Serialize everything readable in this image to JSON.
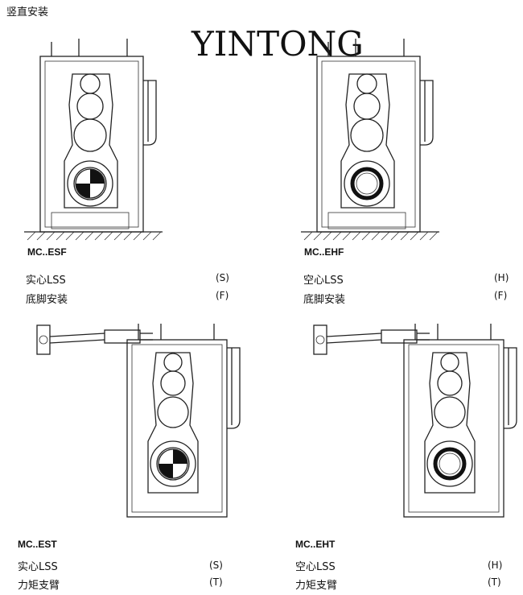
{
  "page_title": "竖直安装",
  "brand": "YINTONG",
  "variants": [
    {
      "code": "MC..ESF",
      "shaft": "实心LSS",
      "shaft_flag": "(S)",
      "mount": "底脚安装",
      "mount_flag": "(F)"
    },
    {
      "code": "MC..EHF",
      "shaft": "空心LSS",
      "shaft_flag": "(H)",
      "mount": "底脚安装",
      "mount_flag": "(F)"
    },
    {
      "code": "MC..EST",
      "shaft": "实心LSS",
      "shaft_flag": "(S)",
      "mount": "力矩支臂",
      "mount_flag": "(T)"
    },
    {
      "code": "MC..EHT",
      "shaft": "空心LSS",
      "shaft_flag": "(H)",
      "mount": "力矩支臂",
      "mount_flag": "(T)"
    }
  ]
}
